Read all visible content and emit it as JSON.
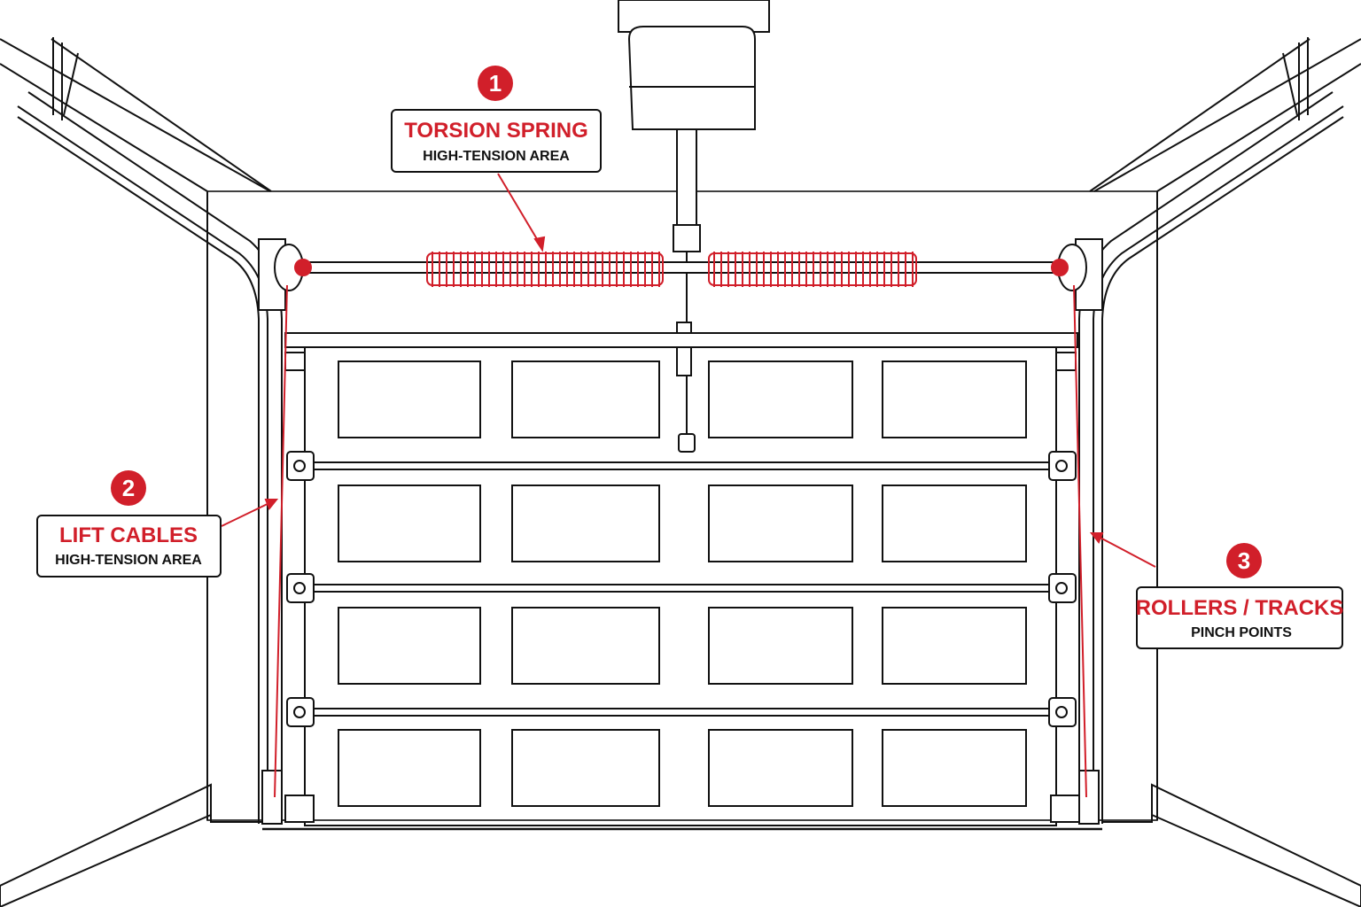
{
  "colors": {
    "accent": "#d11f2a",
    "line": "#111111",
    "background": "#ffffff"
  },
  "callouts": [
    {
      "number": "1",
      "title": "TORSION SPRING",
      "subtitle": "HIGH-TENSION AREA"
    },
    {
      "number": "2",
      "title": "LIFT CABLES",
      "subtitle": "HIGH-TENSION AREA"
    },
    {
      "number": "3",
      "title": "ROLLERS / TRACKS",
      "subtitle": "PINCH POINTS"
    }
  ]
}
